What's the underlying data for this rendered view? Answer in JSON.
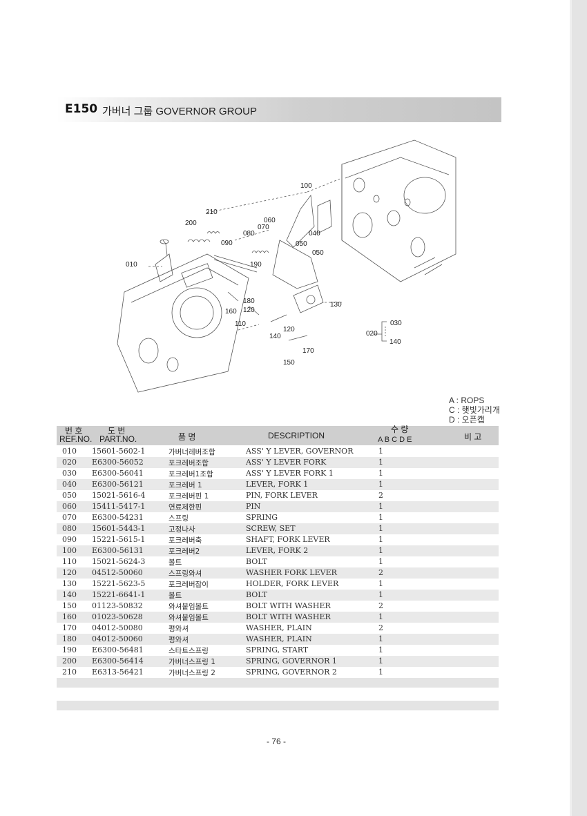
{
  "header": {
    "code": "E150",
    "title": "가버너 그룹  GOVERNOR GROUP"
  },
  "diagram": {
    "callouts": [
      "010",
      "020",
      "030",
      "040",
      "050",
      "060",
      "070",
      "080",
      "090",
      "100",
      "110",
      "120",
      "130",
      "140",
      "150",
      "160",
      "170",
      "180",
      "190",
      "200",
      "210"
    ],
    "callout_140b": "140",
    "callout_030": "030",
    "callout_020": "020"
  },
  "legend": {
    "a": "A : ROPS",
    "c": "C : 햇빛가리개",
    "d": "D : 오픈캡"
  },
  "table": {
    "headers": {
      "ref_kr": "번 호",
      "ref_en": "REF.NO.",
      "part_kr": "도  번",
      "part_en": "PART.NO.",
      "name_kr": "품      명",
      "desc": "DESCRIPTION",
      "qty_kr": "수   량",
      "qty_cols": "A  B  C  D  E",
      "remark": "비  고"
    },
    "rows": [
      {
        "ref": "010",
        "part": "15601-5602-1",
        "name": "가버너레버조합",
        "desc": "ASS' Y LEVER, GOVERNOR",
        "qty": "1"
      },
      {
        "ref": "020",
        "part": "E6300-56052",
        "name": "포크레버조합",
        "desc": "ASS' Y LEVER FORK",
        "qty": "1"
      },
      {
        "ref": "030",
        "part": "E6300-56041",
        "name": "포크레버1조합",
        "desc": "ASS' Y LEVER FORK 1",
        "qty": "1"
      },
      {
        "ref": "040",
        "part": "E6300-56121",
        "name": "포크레버 1",
        "desc": "LEVER, FORK 1",
        "qty": "1"
      },
      {
        "ref": "050",
        "part": "15021-5616-4",
        "name": "포크레버핀 1",
        "desc": "PIN, FORK LEVER",
        "qty": "2"
      },
      {
        "ref": "060",
        "part": "15411-5417-1",
        "name": "연료제한핀",
        "desc": "PIN",
        "qty": "1"
      },
      {
        "ref": "070",
        "part": "E6300-54231",
        "name": "스프링",
        "desc": "SPRING",
        "qty": "1"
      },
      {
        "ref": "080",
        "part": "15601-5443-1",
        "name": "고정나사",
        "desc": "SCREW, SET",
        "qty": "1"
      },
      {
        "ref": "090",
        "part": "15221-5615-1",
        "name": "포크레버축",
        "desc": "SHAFT, FORK LEVER",
        "qty": "1"
      },
      {
        "ref": "100",
        "part": "E6300-56131",
        "name": "포크레버2",
        "desc": "LEVER, FORK 2",
        "qty": "1"
      },
      {
        "ref": "110",
        "part": "15021-5624-3",
        "name": "볼트",
        "desc": "BOLT",
        "qty": "1"
      },
      {
        "ref": "120",
        "part": "04512-50060",
        "name": "스프링와셔",
        "desc": "WASHER FORK LEVER",
        "qty": "2"
      },
      {
        "ref": "130",
        "part": "15221-5623-5",
        "name": "포크레버잡이",
        "desc": "HOLDER, FORK LEVER",
        "qty": "1"
      },
      {
        "ref": "140",
        "part": "15221-6641-1",
        "name": "볼트",
        "desc": "BOLT",
        "qty": "1"
      },
      {
        "ref": "150",
        "part": "01123-50832",
        "name": "와셔붙임볼트",
        "desc": "BOLT WITH WASHER",
        "qty": "2"
      },
      {
        "ref": "160",
        "part": "01023-50628",
        "name": "와셔붙임볼트",
        "desc": "BOLT WITH WASHER",
        "qty": "1"
      },
      {
        "ref": "170",
        "part": "04012-50080",
        "name": "평와셔",
        "desc": "WASHER, PLAIN",
        "qty": "2"
      },
      {
        "ref": "180",
        "part": "04012-50060",
        "name": "평와셔",
        "desc": "WASHER, PLAIN",
        "qty": "1"
      },
      {
        "ref": "190",
        "part": "E6300-56481",
        "name": "스타트스프링",
        "desc": "SPRING, START",
        "qty": "1"
      },
      {
        "ref": "200",
        "part": "E6300-56414",
        "name": "가버너스프링 1",
        "desc": "SPRING, GOVERNOR 1",
        "qty": "1"
      },
      {
        "ref": "210",
        "part": "E6313-56421",
        "name": "가버너스프링 2",
        "desc": "SPRING, GOVERNOR 2",
        "qty": "1"
      }
    ]
  },
  "footer": {
    "page_number": "- 76 -"
  }
}
